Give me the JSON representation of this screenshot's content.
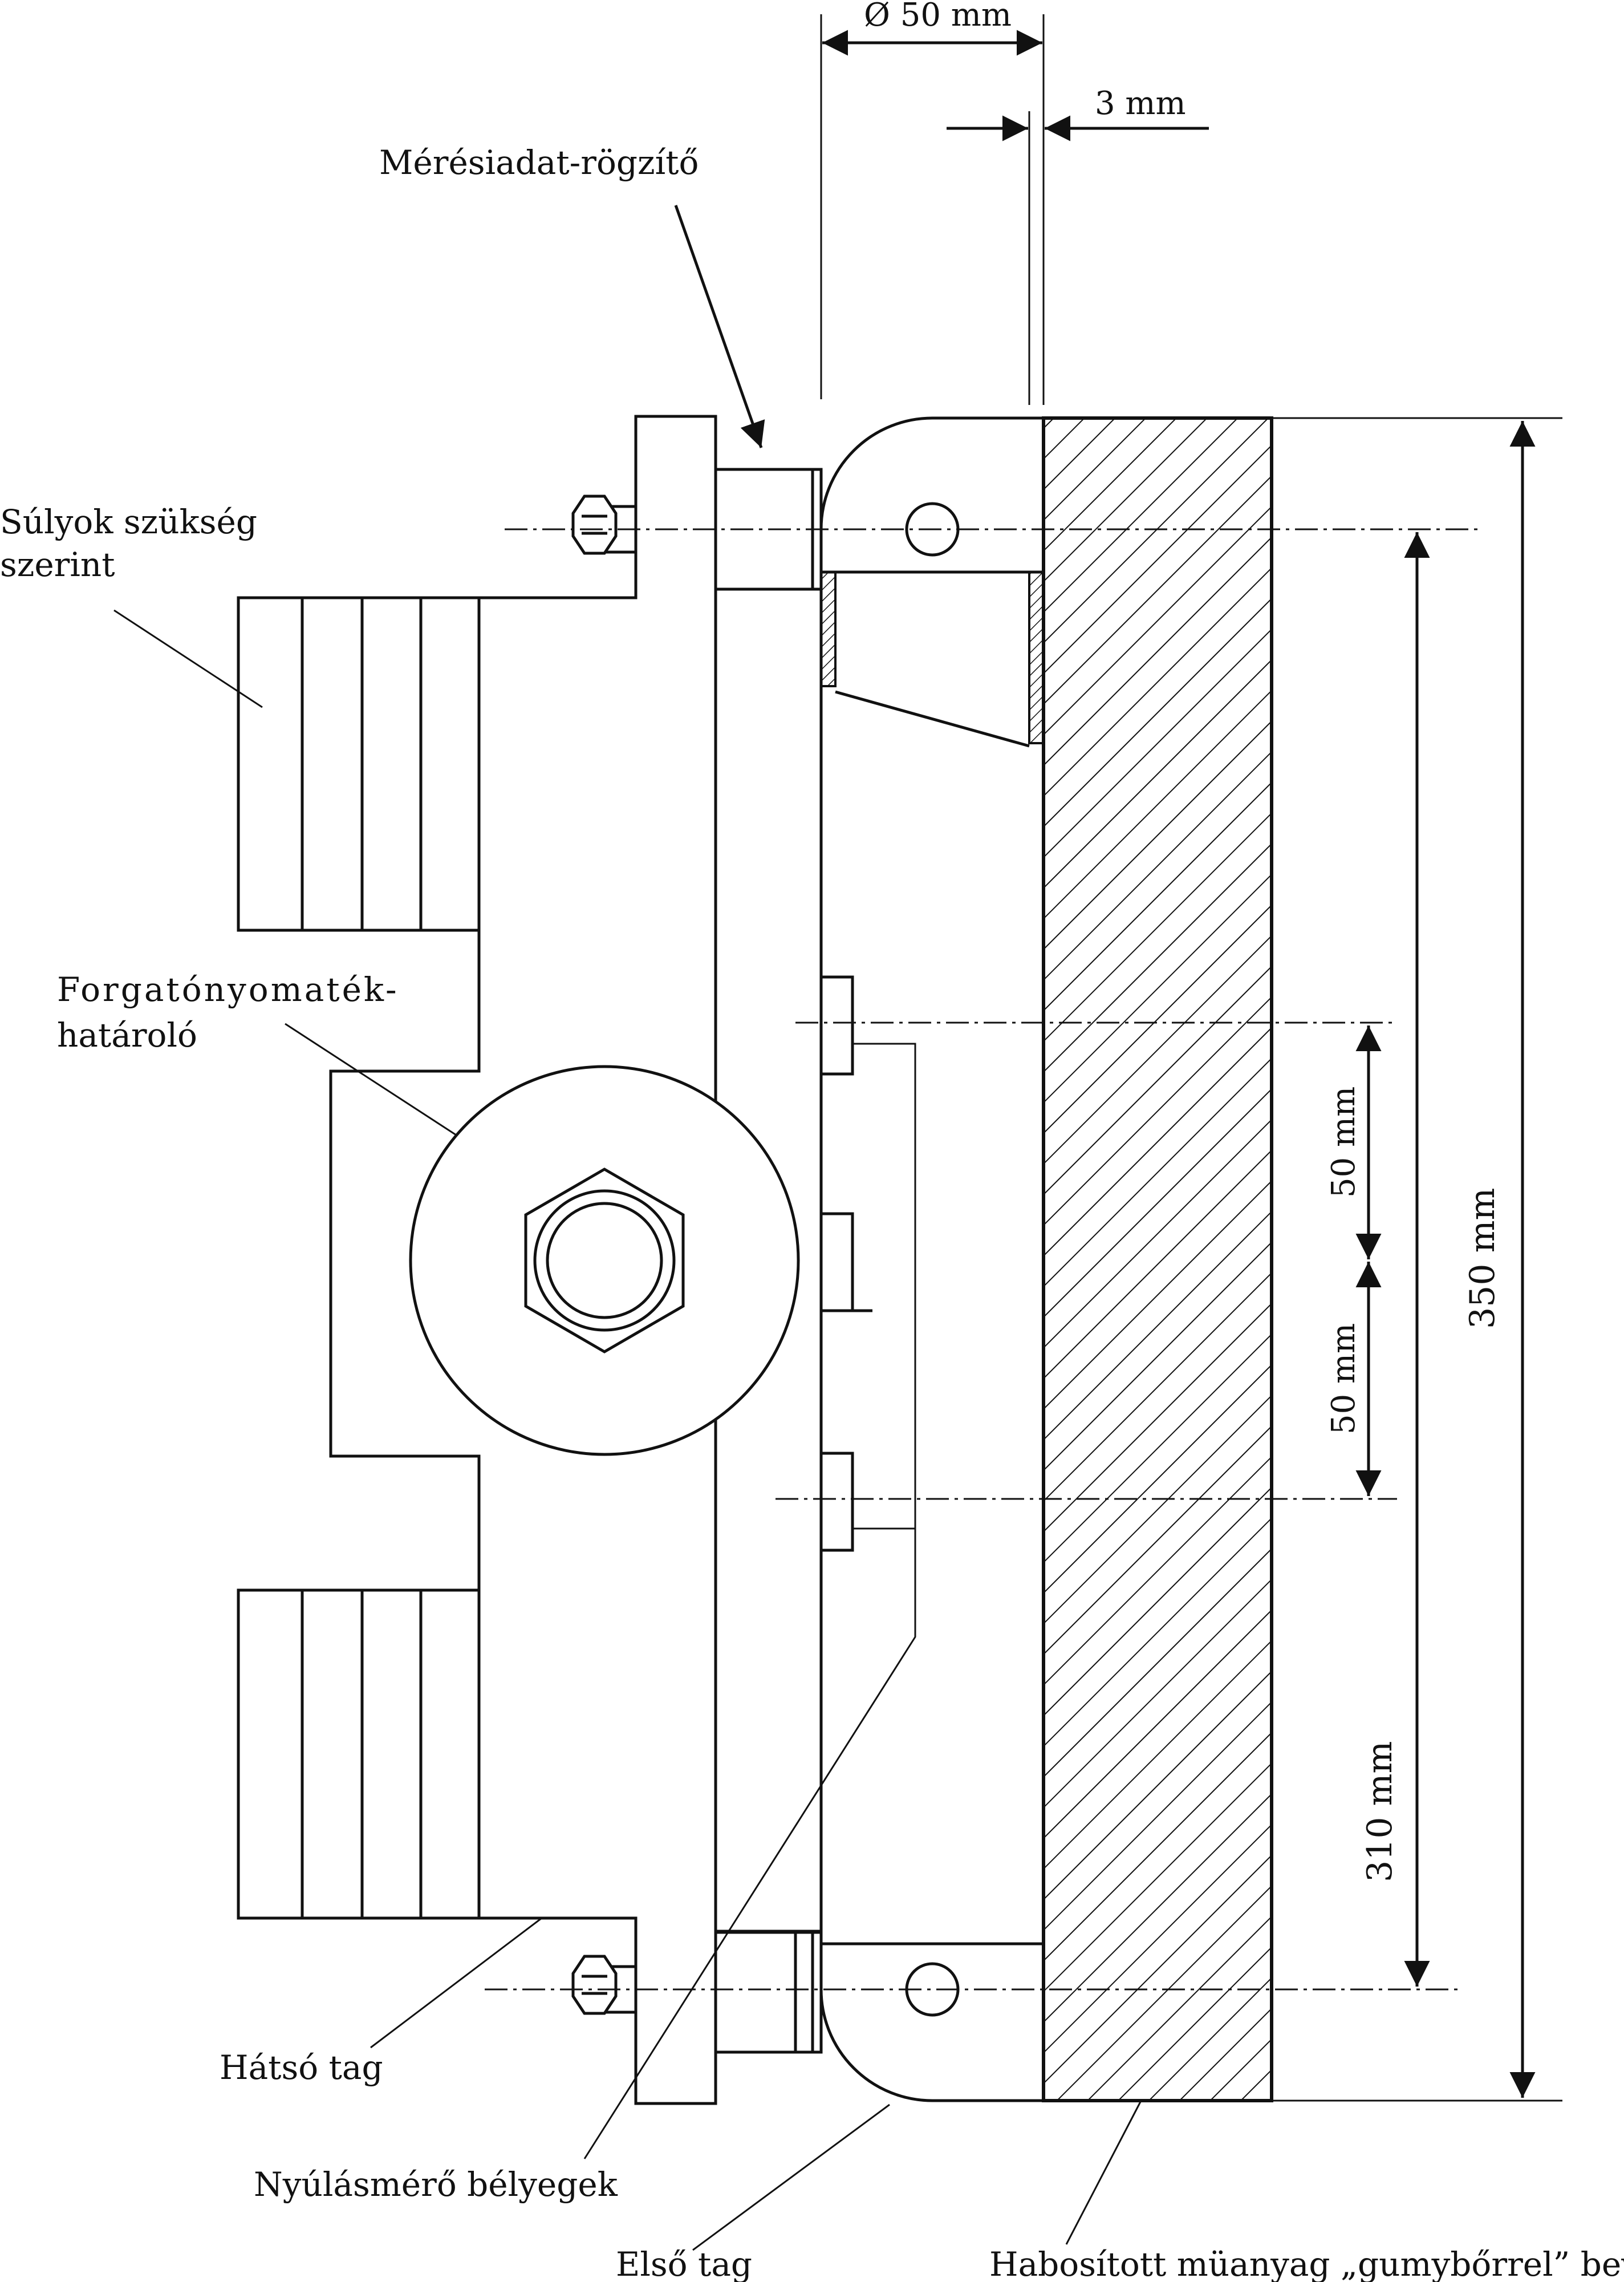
{
  "labels": {
    "diameter": "Ø 50 mm",
    "thickness": "3 mm",
    "data_logger": "Mérésiadat-rögzítő",
    "weights_line1": "Súlyok szükség",
    "weights_line2": "szerint",
    "torque_line1": "Forgatónyomaték-",
    "torque_line2": "határoló",
    "dim_50_top": "50 mm",
    "dim_50_bottom": "50 mm",
    "dim_350": "350 mm",
    "dim_310": "310 mm",
    "rear_member": "Hátsó tag",
    "strain_gauges": "Nyúlásmérő bélyegek",
    "front_member": "Első tag",
    "foam": "Habosított müanyag „gumybőrrel” bevonva"
  },
  "colors": {
    "ink": "#111111",
    "background": "#ffffff"
  }
}
